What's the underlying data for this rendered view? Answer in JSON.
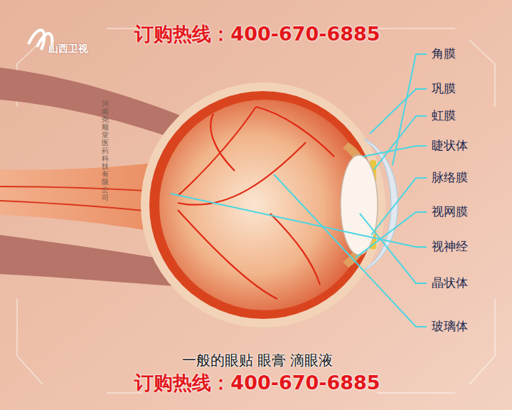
{
  "diagram": {
    "labels": [
      "订购热线：400-670-6885",
      "山西卫视",
      "河南尧顺堂医药科技有限公司",
      "角膜",
      "巩膜",
      "虹膜",
      "睫状体",
      "脉络膜",
      "视网膜",
      "视神经",
      "晶状体",
      "玻璃体",
      "一般的眼贴 眼膏 滴眼液",
      "订购热线：400-670-6885"
    ]
  }
}
